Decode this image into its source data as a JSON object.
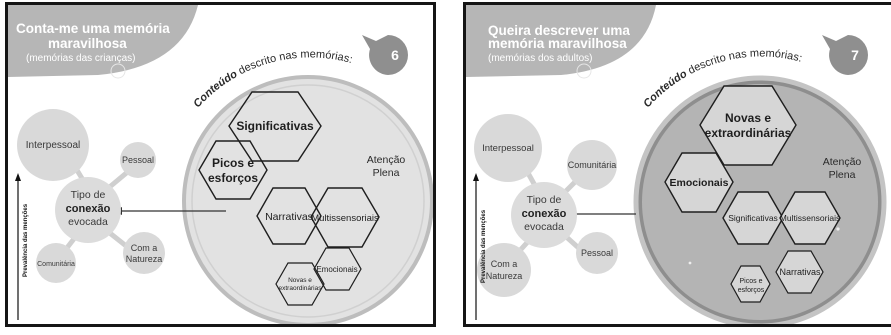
{
  "panels": [
    {
      "title_line1": "Conta-me uma memória",
      "title_line2": "maravilhosa",
      "subtitle": "(memórias das crianças)",
      "badge": "6",
      "content_prefix": "Conteúdo",
      "content_suffix": " descrito nas memórias:",
      "focus_line1": "Atenção",
      "focus_line2": "Plena",
      "center_line1": "Tipo de",
      "center_line2": "conexão",
      "center_line3": "evocada",
      "axis_label": "Prevalência das menções",
      "nodes": {
        "n1": "Interpessoal",
        "n2": "Pessoal",
        "n3": "Com a",
        "n3b": "Natureza",
        "n4": "Comunitária"
      },
      "hexagons": {
        "h1": "Significativas",
        "h2a": "Picos e",
        "h2b": "esforços",
        "h3": "Narrativas",
        "h4": "Multissensoriais",
        "h5": "Emocionais",
        "h6a": "Novas e",
        "h6b": "extraordinárias"
      }
    },
    {
      "title_line1": "Queira descrever uma",
      "title_line2": "memória maravilhosa",
      "subtitle": "(memórias dos adultos)",
      "badge": "7",
      "content_prefix": "Conteúdo",
      "content_suffix": " descrito nas memórias:",
      "focus_line1": "Atenção",
      "focus_line2": "Plena",
      "center_line1": "Tipo de",
      "center_line2": "conexão",
      "center_line3": "evocada",
      "axis_label": "Prevalência das menções",
      "nodes": {
        "n1": "Interpessoal",
        "n2": "Comunitária",
        "n3": "Pessoal",
        "n4": "Com a",
        "n4b": "Natureza"
      },
      "hexagons": {
        "h1a": "Novas e",
        "h1b": "extraordinárias",
        "h2": "Emocionais",
        "h3": "Significativas",
        "h4": "Multissensoriais",
        "h5a": "Picos e",
        "h5b": "esforços",
        "h6": "Narrativas"
      }
    }
  ],
  "colors": {
    "header_blob": "#b6b6b6",
    "node_fill": "#d9d9d9",
    "badge": "#8f8f8f",
    "hexagon_stroke": "#1e1e1e"
  }
}
